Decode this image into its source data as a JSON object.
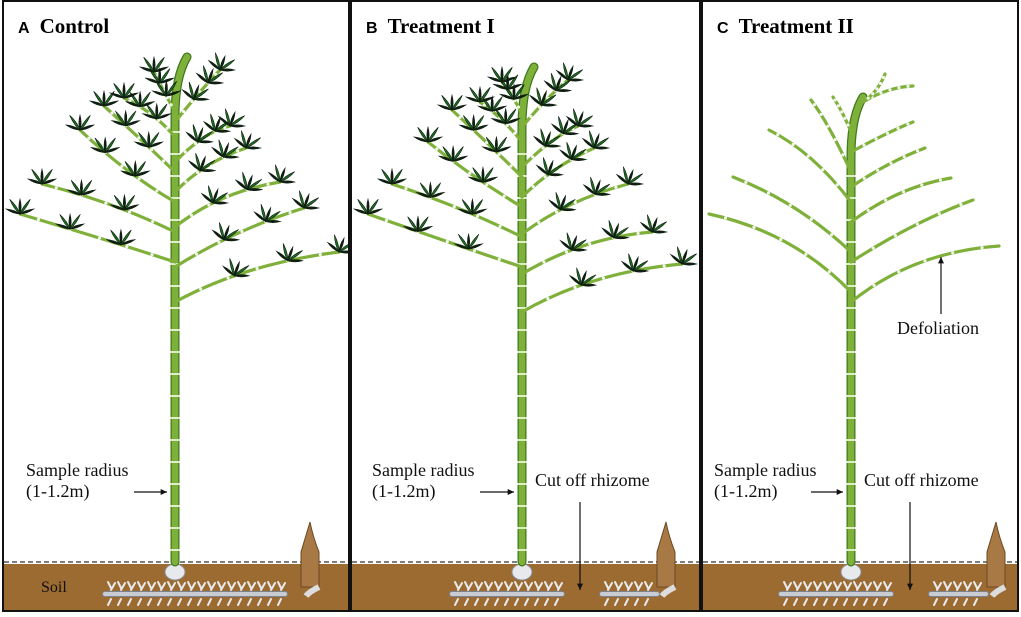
{
  "panels": [
    {
      "letter": "A",
      "title": "Control",
      "defoliated": false,
      "rhizome_cut": false,
      "labels": {
        "sample_radius_line1": "Sample radius",
        "sample_radius_line2": "(1-1.2m)",
        "soil": "Soil"
      }
    },
    {
      "letter": "B",
      "title": "Treatment I",
      "defoliated": false,
      "rhizome_cut": true,
      "labels": {
        "sample_radius_line1": "Sample radius",
        "sample_radius_line2": "(1-1.2m)",
        "cut_off": "Cut off rhizome"
      }
    },
    {
      "letter": "C",
      "title": "Treatment II",
      "defoliated": true,
      "rhizome_cut": true,
      "labels": {
        "sample_radius_line1": "Sample radius",
        "sample_radius_line2": "(1-1.2m)",
        "cut_off": "Cut off rhizome",
        "defoliation": "Defoliation"
      }
    }
  ],
  "colors": {
    "culm": "#7fb03a",
    "culm_dark": "#3f7a1e",
    "leaf": "#1f6b22",
    "leaf_dark": "#0e1f10",
    "soil": "#9c6b32",
    "rhizome": "#c9ccd2",
    "shoot": "#a87845"
  }
}
